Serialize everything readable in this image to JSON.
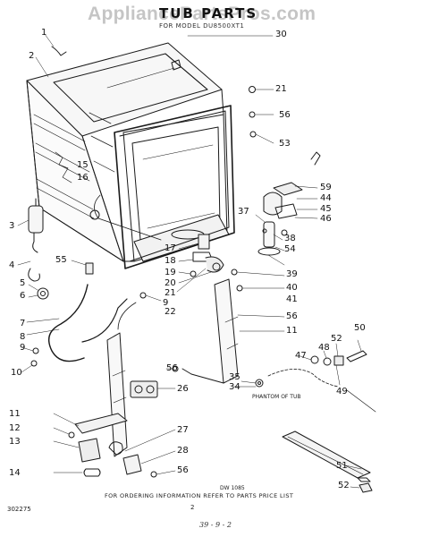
{
  "watermark": "AppliancePartsPros.com",
  "title": "TUB PARTS",
  "subtitle": "FOR MODEL DU8500XT1",
  "callouts": {
    "c1": "1",
    "c2": "2",
    "c3": "3",
    "c4": "4",
    "c5": "5",
    "c6": "6",
    "c7": "7",
    "c8": "8",
    "c9a": "9",
    "c9b": "9",
    "c10": "10",
    "c11a": "11",
    "c11b": "11",
    "c12": "12",
    "c13": "13",
    "c14": "14",
    "c15": "15",
    "c16": "16",
    "c17": "17",
    "c18": "18",
    "c19": "19",
    "c20": "20",
    "c21a": "21",
    "c21b": "21",
    "c22": "22",
    "c26": "26",
    "c27": "27",
    "c28": "28",
    "c30": "30",
    "c34": "34",
    "c35": "35",
    "c37": "37",
    "c38": "38",
    "c39": "39",
    "c40": "40",
    "c41": "41",
    "c44": "44",
    "c45": "45",
    "c46": "46",
    "c47": "47",
    "c48": "48",
    "c49": "49",
    "c50": "50",
    "c51": "51",
    "c52a": "52",
    "c52b": "52",
    "c53": "53",
    "c54": "54",
    "c55": "55",
    "c56a": "56",
    "c56b": "56",
    "c56c": "56",
    "c56d": "56",
    "c59": "59"
  },
  "phantom_label": "PHANTOM OF TUB",
  "diagram_code": "DW 1085",
  "ordering_note": "FOR ORDERING INFORMATION REFER TO PARTS PRICE LIST",
  "page_code": "302275",
  "page_number": "2",
  "handwritten": "39 - 9 - 2"
}
